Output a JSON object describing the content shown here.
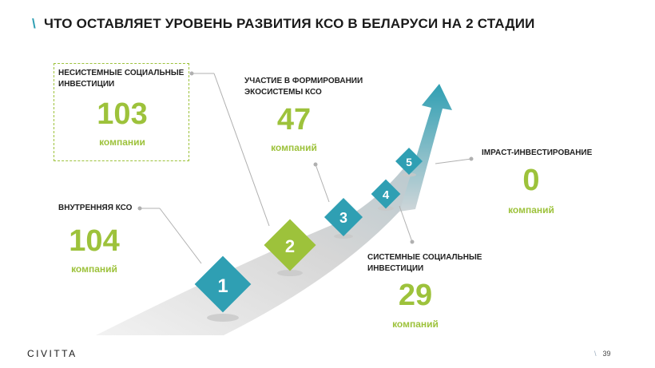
{
  "slide": {
    "title": "ЧТО ОСТАВЛЯЕТ УРОВЕНЬ РАЗВИТИЯ КСО В БЕЛАРУСИ НА 2 СТАДИИ",
    "logo": "CIVITTA",
    "page_number": "39"
  },
  "stages": [
    {
      "number": "1",
      "label": "ВНУТРЕННЯЯ КСО",
      "value": "104",
      "unit": "компаний"
    },
    {
      "number": "2",
      "label": "НЕСИСТЕМНЫЕ СОЦИАЛЬНЫЕ ИНВЕСТИЦИИ",
      "value": "103",
      "unit": "компании"
    },
    {
      "number": "3",
      "label": "УЧАСТИЕ В ФОРМИРОВАНИИ ЭКОСИСТЕМЫ КСО",
      "value": "47",
      "unit": "компаний"
    },
    {
      "number": "4",
      "label": "СИСТЕМНЫЕ СОЦИАЛЬНЫЕ ИНВЕСТИЦИИ",
      "value": "29",
      "unit": "компаний"
    },
    {
      "number": "5",
      "label": "IMPACT-ИНВЕСТИРОВАНИЕ",
      "value": "0",
      "unit": "компаний"
    }
  ],
  "colors": {
    "accent_green": "#9dc23b",
    "accent_teal": "#2f9fb3",
    "road_gray": "#d9d9d9"
  }
}
